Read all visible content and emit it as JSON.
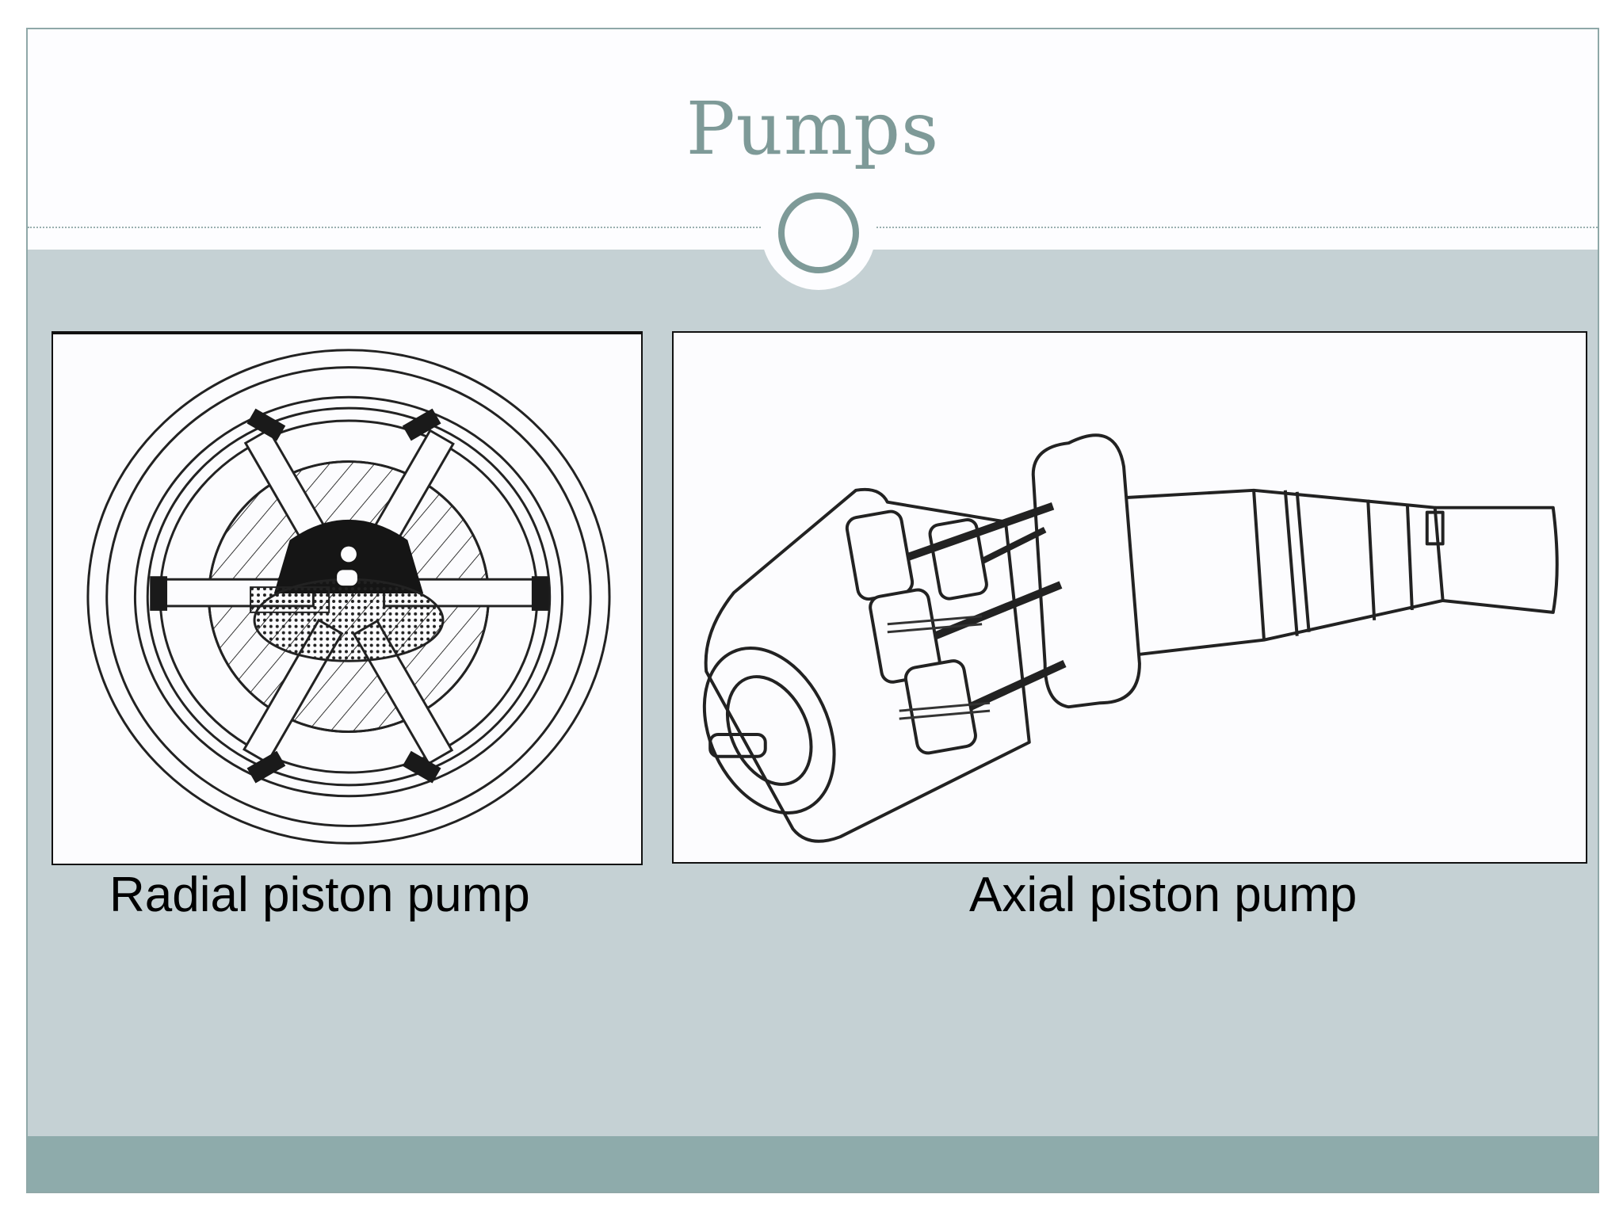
{
  "slide": {
    "title": "Pumps",
    "colors": {
      "title_text": "#7e9a98",
      "body_background": "#c5d1d4",
      "footer_band": "#8eabab",
      "ornament": "#7e9a98"
    }
  },
  "figures": [
    {
      "caption": "Radial piston pump",
      "illustration": "radial-piston-pump-line-drawing"
    },
    {
      "caption": "Axial piston pump",
      "illustration": "axial-piston-pump-line-drawing"
    }
  ]
}
